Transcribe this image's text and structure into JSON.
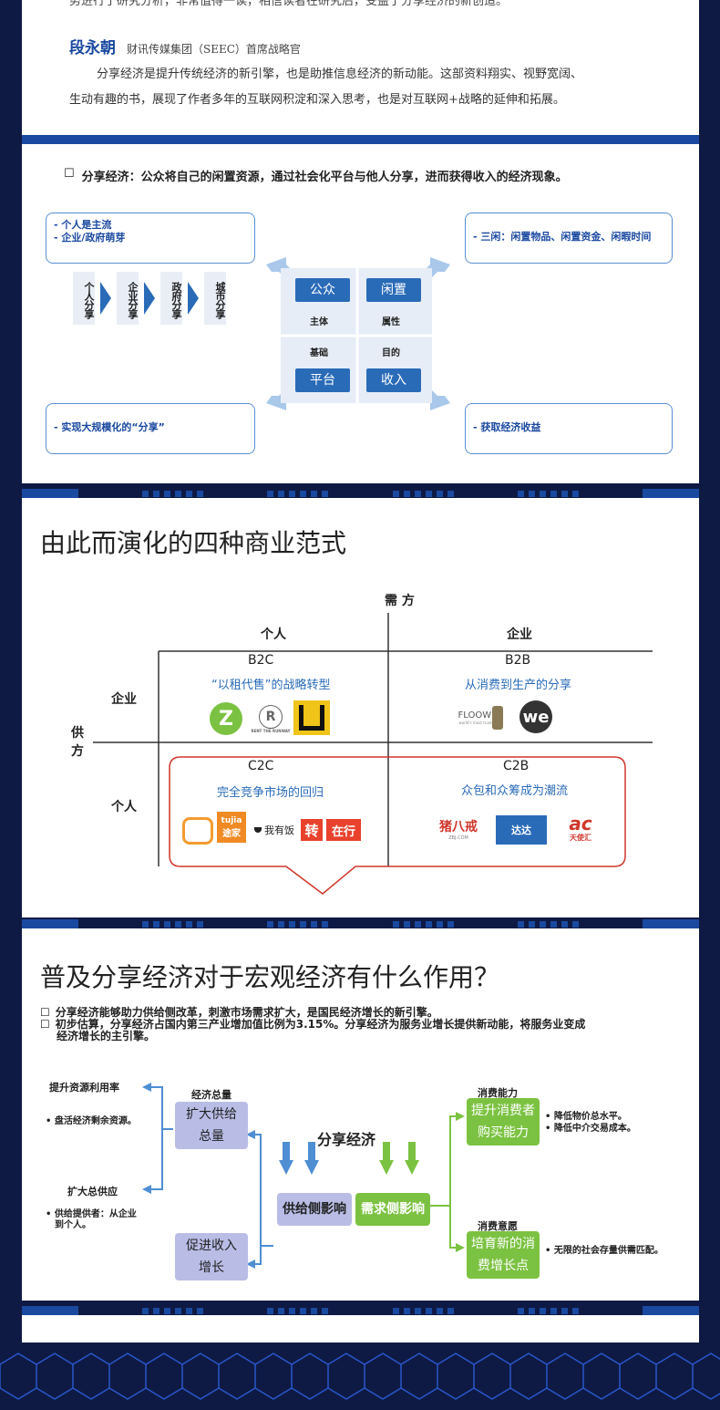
{
  "top": {
    "partial_line": "势进行了研究分析，非常值得一读，相信读者在研究后，受益于分享经济的新创造。",
    "author": "段永朝",
    "author_title": "财讯传媒集团（SEEC）首席战略官",
    "para1": "分享经济是提升传统经济的新引擎，也是助推信息经济的新动能。这部资料翔实、视野宽阔、",
    "para2": "生动有趣的书，展现了作者多年的互联网积淀和深入思考，也是对互联网+战略的延伸和拓展。"
  },
  "definition": {
    "bullet": "☐",
    "text": "分享经济：公众将自己的闲置资源，通过社会化平台与他人分享，进而获得收入的经济现象。",
    "box_tl": [
      "- 个人是主流",
      "- 企业/政府萌芽"
    ],
    "box_tr": "- 三闲：闲置物品、闲置资金、闲暇时间",
    "box_bl": "- 实现大规模化的“分享”",
    "box_br": "- 获取经济收益",
    "steps": [
      "个人分享",
      "企业分享",
      "政府分享",
      "城市分享"
    ],
    "quad": {
      "tl_btn": "公众",
      "tl_lbl": "主体",
      "tr_btn": "闲置",
      "tr_lbl": "属性",
      "bl_btn": "平台",
      "bl_lbl": "基础",
      "br_btn": "收入",
      "br_lbl": "目的"
    }
  },
  "section2": {
    "title": "由此而演化的四种商业范式",
    "demand": "需 方",
    "supply": "供方",
    "col_personal": "个人",
    "col_enterprise": "企业",
    "row_enterprise": "企业",
    "row_personal": "个人",
    "b2c": {
      "code": "B2C",
      "desc": "“以租代售”的战略转型",
      "logo_text": "RENT THE RUNWAY"
    },
    "b2b": {
      "code": "B2B",
      "desc": "从消费到生产的分享",
      "logo1": "FLOOWE",
      "logo1_sub": "world's most trusted",
      "logo2": "we"
    },
    "c2c": {
      "code": "C2C",
      "desc": "完全竞争市场的回归",
      "logo_tujia": "tujia",
      "logo_tujia2": "途家",
      "logo_wo": "我有饭",
      "logo_zz": "转",
      "logo_zx": "在行"
    },
    "c2b": {
      "code": "C2B",
      "desc": "众包和众筹成为潮流",
      "logo_zbj": "猪八戒",
      "logo_zbj_sub": "ZBJ.COM",
      "logo_dada": "达达",
      "logo_ac": "ac",
      "logo_ac_sub": "天使汇"
    }
  },
  "section3": {
    "title": "普及分享经济对于宏观经济有什么作用？",
    "b1": "分享经济能够助力供给侧改革，刺激市场需求扩大，是国民经济增长的新引擎。",
    "b2a": "初步估算，分享经济占国内第三产业增加值比例为3.15%。分享经济为服务业增长提供新动能，将服务业变成",
    "b2b": "经济增长的主引擎。",
    "center": "分享经济",
    "supply_side": "供给侧影响",
    "demand_side": "需求侧影响",
    "econ_total": "经济总量",
    "expand_supply": "扩大供给",
    "total": "总量",
    "income": "促进收入",
    "growth": "增长",
    "raise_util": "提升资源利用率",
    "raise_util_note": "盘活经济剩余资源。",
    "expand_total": "扩大总供应",
    "expand_total_note1": "供给提供者：从企业",
    "expand_total_note2": "到个人。",
    "consume_ability": "消费能力",
    "raise_consumer": "提升消费者",
    "buy_power": "购买能力",
    "note_price": "降低物价总水平。",
    "note_cost": "降低中介交易成本。",
    "consume_will": "消费意愿",
    "cultivate": "培育新的消",
    "growth_point": "费增长点",
    "note_demand": "无限的社会存量供需匹配。"
  },
  "colors": {
    "navy": "#0e1a44",
    "blue": "#2a6bb8",
    "accent_red": "#d0372b",
    "green": "#7cc242",
    "purple": "#b9bde6"
  }
}
